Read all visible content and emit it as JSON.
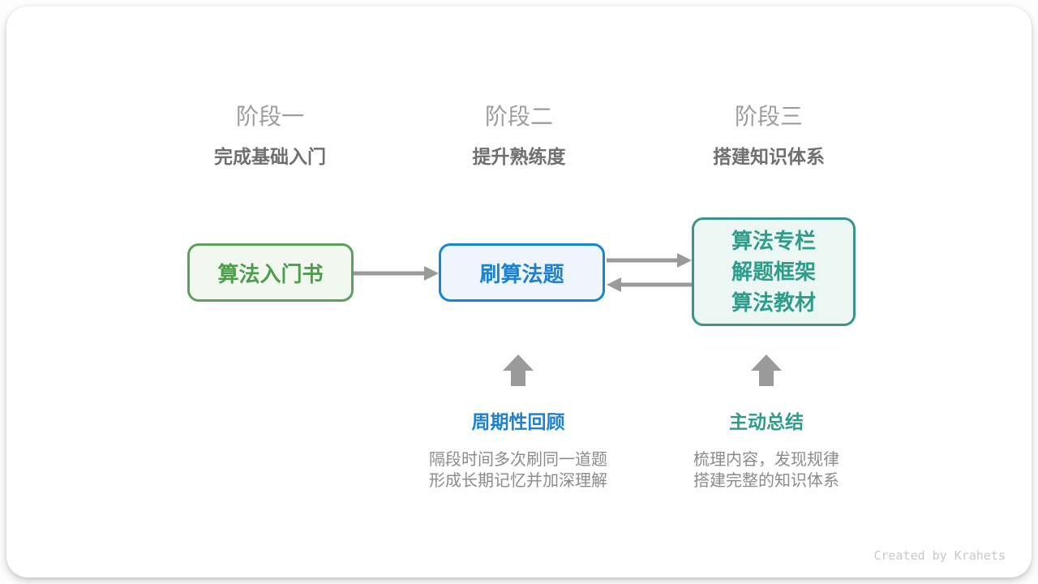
{
  "stages": [
    {
      "title": "阶段一",
      "subtitle": "完成基础入门"
    },
    {
      "title": "阶段二",
      "subtitle": "提升熟练度"
    },
    {
      "title": "阶段三",
      "subtitle": "搭建知识体系"
    }
  ],
  "nodes": [
    {
      "label": "算法入门书",
      "theme": "green"
    },
    {
      "label": "刷算法题",
      "theme": "blue"
    },
    {
      "lines": [
        "算法专栏",
        "解题框架",
        "算法教材"
      ],
      "theme": "teal"
    }
  ],
  "edges": [
    {
      "from": "node-1",
      "to": "node-2",
      "direction": "right"
    },
    {
      "from": "node-2",
      "to": "node-3",
      "direction": "right"
    },
    {
      "from": "node-3",
      "to": "node-2",
      "direction": "left"
    },
    {
      "from": "callout-1",
      "to": "node-2",
      "direction": "up"
    },
    {
      "from": "callout-2",
      "to": "node-3",
      "direction": "up"
    }
  ],
  "callouts": [
    {
      "heading": "周期性回顾",
      "lines": [
        "隔段时间多次刷同一道题",
        "形成长期记忆并加深理解"
      ]
    },
    {
      "heading": "主动总结",
      "lines": [
        "梳理内容，发现规律",
        "搭建完整的知识体系"
      ]
    }
  ],
  "footer": {
    "credit": "Created by Krahets"
  },
  "colors": {
    "stage_title": "#9d9d9d",
    "stage_subtitle": "#6f6f6f",
    "green_border": "#5ba05b",
    "green_fill": "#f2f8ef",
    "green_text": "#4c9d4c",
    "blue_border": "#1685d3",
    "blue_fill": "#eef5fc",
    "blue_text": "#1c81d1",
    "teal_border": "#3a9488",
    "teal_fill": "#ecf6f3",
    "teal_text": "#2f9c8b",
    "arrow": "#9a9a9a",
    "body_text": "#8b8b8b",
    "credit_text": "#c9c9c9"
  }
}
